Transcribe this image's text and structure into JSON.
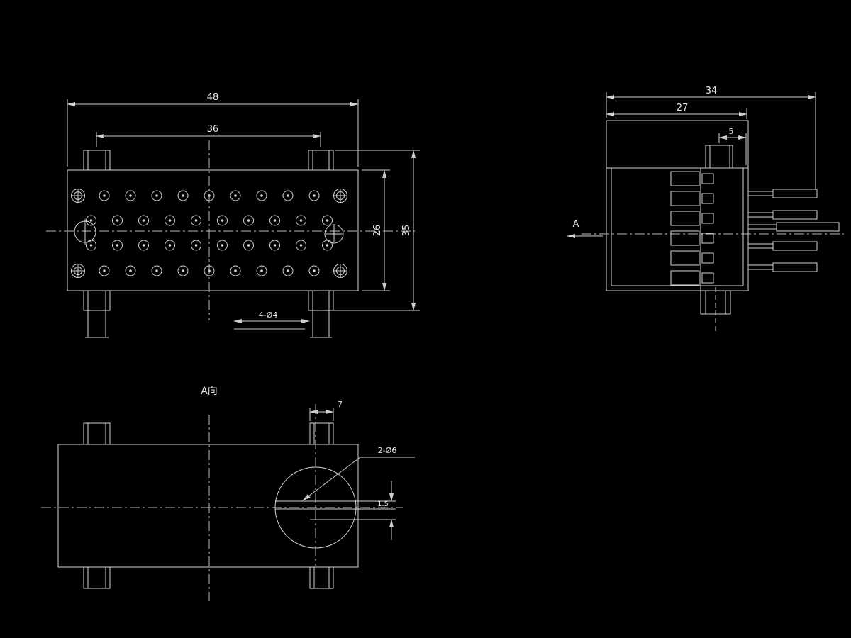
{
  "title": "terminal-block-engineering-drawing",
  "colors": {
    "background": "#000000",
    "line": "#d4d4d4",
    "text": "#e6e6e6"
  },
  "views": {
    "front": {
      "dim_overall_width": "48",
      "dim_tab_span": "36",
      "dim_body_height": "26",
      "dim_overall_height": "35",
      "dim_bottom_holes": "4-Ø4",
      "holes": {
        "outer_row_count": 11,
        "inner_row_count": 10,
        "outer_rows": 2,
        "inner_rows": 2
      }
    },
    "side": {
      "dim_overall_width": "34",
      "dim_body_width": "27",
      "dim_tab_width": "5",
      "view_arrow_label": "A"
    },
    "bottom": {
      "view_label": "A向",
      "dim_tab_width": "7",
      "dim_holes": "2-Ø6",
      "dim_slot": "1.5"
    }
  }
}
